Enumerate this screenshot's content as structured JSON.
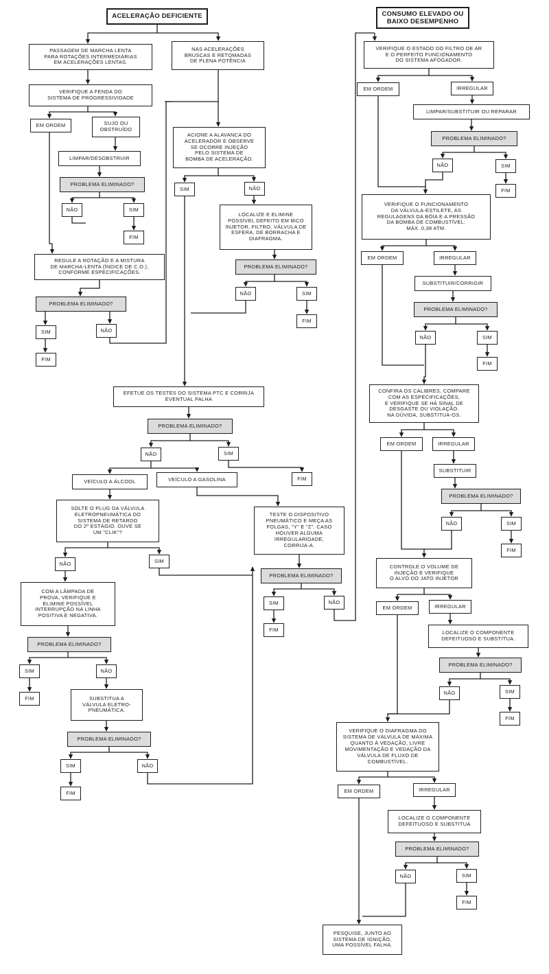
{
  "titles": {
    "left": "ACELERAÇÃO DEFICIENTE",
    "right": "CONSUMO ELEVADO OU\nBAIXO DESEMPENHO"
  },
  "labels": {
    "em_ordem": "EM ORDEM",
    "irregular": "IRREGULAR",
    "sim": "SIM",
    "nao": "NÃO",
    "fim": "FIM",
    "problema_eliminado": "PROBLEMA ELIMINADO?",
    "sujo_obstruido": "SUJO OU\nOBSTRUÍDO",
    "veiculo_alcool": "VEÍCULO A ÁLCOOL",
    "veiculo_gasolina": "VEÍCULO A GASOLINA"
  },
  "steps": {
    "passagem_marcha_lenta": "PASSAGEM DE MARCHA LENTA\nPARA ROTAÇÕES INTERMEDIÁRIAS\nEM ACELERAÇÕES LENTAS.",
    "verifique_fenda": "VERIFIQUE A FENDA DO\nSISTEMA DE PROGRESSIVIDADE",
    "limpar_desobstruir": "LIMPAR/DESOBSTRUIR",
    "regule_rotacao": "REGULE A ROTAÇÃO E A MISTURA\nDE MARCHA-LENTA (ÍNDICE DE C.O.),\nCONFORME ESPECIFICAÇÕES.",
    "nas_aceleracoes": "NAS ACELERAÇÕES\nBRUSCAS E RETOMADAS\nDE PLENA POTÊNCIA",
    "acione_alavanca": "ACIONE A ALAVANCA DO\nACELERADOR E OBSERVE\nSE OCORRE INJEÇÃO\nPELO SISTEMA DE\nBOMBA DE ACELERAÇÃO.",
    "localize_elimine_bico": "LOCALIZE E ELIMINE\nPOSSÍVEL DEFEITO EM BICO\nINJETOR, FILTRO, VÁLVULA DE\nESFERA, DE BORRACHA E\nDIAFRAGMA.",
    "efetue_testes_ptc": "EFETUE OS TESTES DO SISTEMA PTC E CORRIJA\nEVENTUAL FALHA",
    "solte_plug": "SOLTE O PLUG DA VÁLVULA\nELETROPNEUMÁTICA DO\nSISTEMA DE RETARDO\nDO 2º ESTÁGIO. OUVE SE\nUM \"CLIK\"?",
    "teste_dispositivo": "TESTE O DISPOSITIVO\nPNEUMÁTICO E MEÇA AS\nFOLGAS, \"Y\" E \"Z\". CASO\nHOUVER ALGUMA\nIRREGULARIDADE,\nCORRIJA-A.",
    "lampada_prova": "COM A LÂMPADA DE\nPROVA, VERIFIQUE E\nELIMINE POSSÍVEL\nINTERRUPÇÃO NA LINHA\nPOSITIVA E NEGATIVA.",
    "substitua_valvula": "SUBSTITUA A\nVÁLVULA ELETRO-\nPNEUMÁTICA.",
    "verifique_filtro_ar": "VERIFIQUE O ESTADO DO FILTRO DE AR\nE O PERFEITO FUNCIONAMENTO\nDO SISTEMA AFOGADOR.",
    "limpar_substituir_reparar": "LIMPAR/SUBSTITUIR OU REPARAR",
    "verifique_valvula_estilete": "VERIFIQUE O FUNCIONAMENTO\nDA VÁLVULA-ESTILETE, AS\nREGULAGENS DA BÓIA E A PRESSÃO\nDA BOMBA DE COMBUSTÍVEL:\nMÁX. 0,38 atm.",
    "substituir_corrigir": "SUBSTITUIR/CORRIGIR",
    "confira_calibres": "CONFIRA OS CALIBRES, COMPARE\nCOM AS ESPECIFICAÇÕES,\nE VERIFIQUE SE HÁ SINAL DE\nDESGASTE OU VIOLAÇÃO.\nNA DÚVIDA, SUBSTITUA-OS.",
    "substituir": "SUBSTITUIR",
    "controle_volume": "CONTROLE O VOLUME DE\nINJEÇÃO E VERIFIQUE\nO ALVO DO JATO INJETOR",
    "localize_componente_1": "LOCALIZE O COMPONENTE\nDEFEITUOSO E SUBSTITUA.",
    "verifique_diafragma": "VERIFIQUE O DIAFRAGMA DO\nSISTEMA DE VÁLVULA DE MÁXIMA\nQUANTO À VEDAÇÃO, LIVRE\nMOVIMENTAÇÃO E VEDAÇÃO DA\nVÁLVULA DE FLUXO DE\nCOMBUSTÍVEL.",
    "localize_componente_2": "LOCALIZE O COMPONENTE\nDEFEITUOSO E SUBSTITUA",
    "pesquise_ignicao": "PESQUISE, JUNTO AO\nSISTEMA DE IGNIÇÃO,\nUMA POSSÍVEL FALHA."
  }
}
